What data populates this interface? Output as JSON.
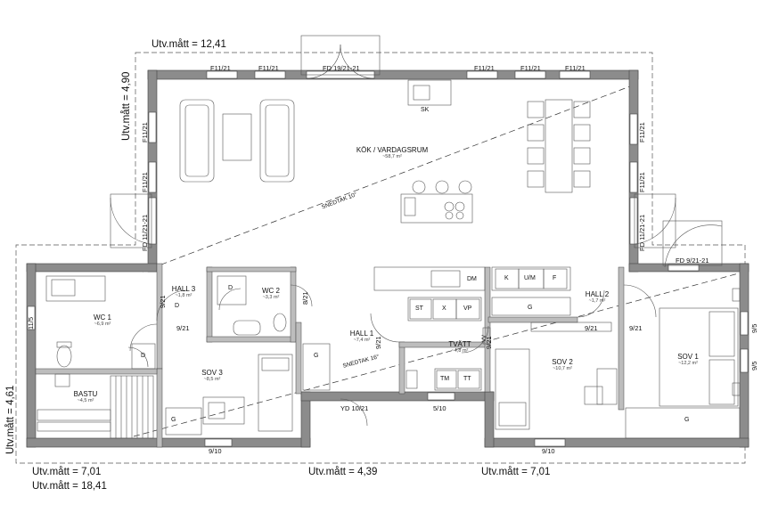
{
  "dimensions": {
    "top": "Utv.mått = 12,41",
    "left_upper": "Utv.mått = 4,90",
    "left_lower": "Utv.mått = 4,61",
    "bottom_left_a": "Utv.mått = 7,01",
    "bottom_left_b": "Utv.mått = 18,41",
    "bottom_mid": "Utv.mått = 4,39",
    "bottom_right": "Utv.mått = 7,01"
  },
  "windows": {
    "w_top_1": "F11/21",
    "w_top_2": "F11/21",
    "w_top_door": "FD 19/21-21",
    "w_top_3": "F11/21",
    "w_top_4": "F11/21",
    "w_top_5": "F11/21",
    "w_left_1": "F11/21",
    "w_left_2": "F11/21",
    "w_left_door": "FD 11/21-21",
    "w_right_1": "F11/21",
    "w_right_2": "F11/21",
    "w_right_door": "FD 11/21-21",
    "w_fd_sov1": "FD 9/21-21",
    "w_wc1_side": "11/5",
    "w_sov1_a": "9/5",
    "w_sov1_b": "9/5",
    "w_bottom_sov3": "9/10",
    "w_bottom_sov2": "9/10",
    "w_entry": "YD 10/21",
    "w_tvatt": "5/10",
    "d_hall3": "9/21",
    "d_wc1": "9/21",
    "d_wc2": "8/21",
    "d_hall1": "9/21",
    "d_tvatt": "9/21",
    "d_sov2": "9/21",
    "d_sov1": "9/21"
  },
  "rooms": {
    "kok": {
      "name": "KÖK / VARDAGSRUM",
      "area": "~58,7 m²"
    },
    "hall3": {
      "name": "HALL 3",
      "area": "~1,8 m²"
    },
    "wc2": {
      "name": "WC 2",
      "area": "~3,3 m²"
    },
    "wc1": {
      "name": "WC 1",
      "area": "~6,9 m²"
    },
    "bastu": {
      "name": "BASTU",
      "area": "~4,5 m²"
    },
    "sov3": {
      "name": "SOV 3",
      "area": "~8,5 m²"
    },
    "hall1": {
      "name": "HALL 1",
      "area": "~7,4 m²"
    },
    "tvatt": {
      "name": "TVÄTT",
      "area": "~4,8 m²"
    },
    "hall2": {
      "name": "HALL 2",
      "area": "~1,7 m²"
    },
    "sov2": {
      "name": "SOV 2",
      "area": "~10,7 m²"
    },
    "sov1": {
      "name": "SOV 1",
      "area": "~12,2 m²"
    }
  },
  "fixtures": {
    "sk": "SK",
    "dm": "DM",
    "k": "K",
    "um": "U/M",
    "f": "F",
    "st": "ST",
    "x": "X",
    "vp": "VP",
    "tm": "TM",
    "tt": "TT",
    "vv": "VV",
    "g_hall1": "G",
    "g_sov3": "G",
    "g_hall2": "G",
    "g_sov1": "G",
    "d_hall3": "D",
    "d_wc1": "D",
    "d_wc2": "D"
  },
  "notes": {
    "snedtak_1": "SNEDTAK 10°",
    "snedtak_2": "SNEDTAK 16°"
  }
}
